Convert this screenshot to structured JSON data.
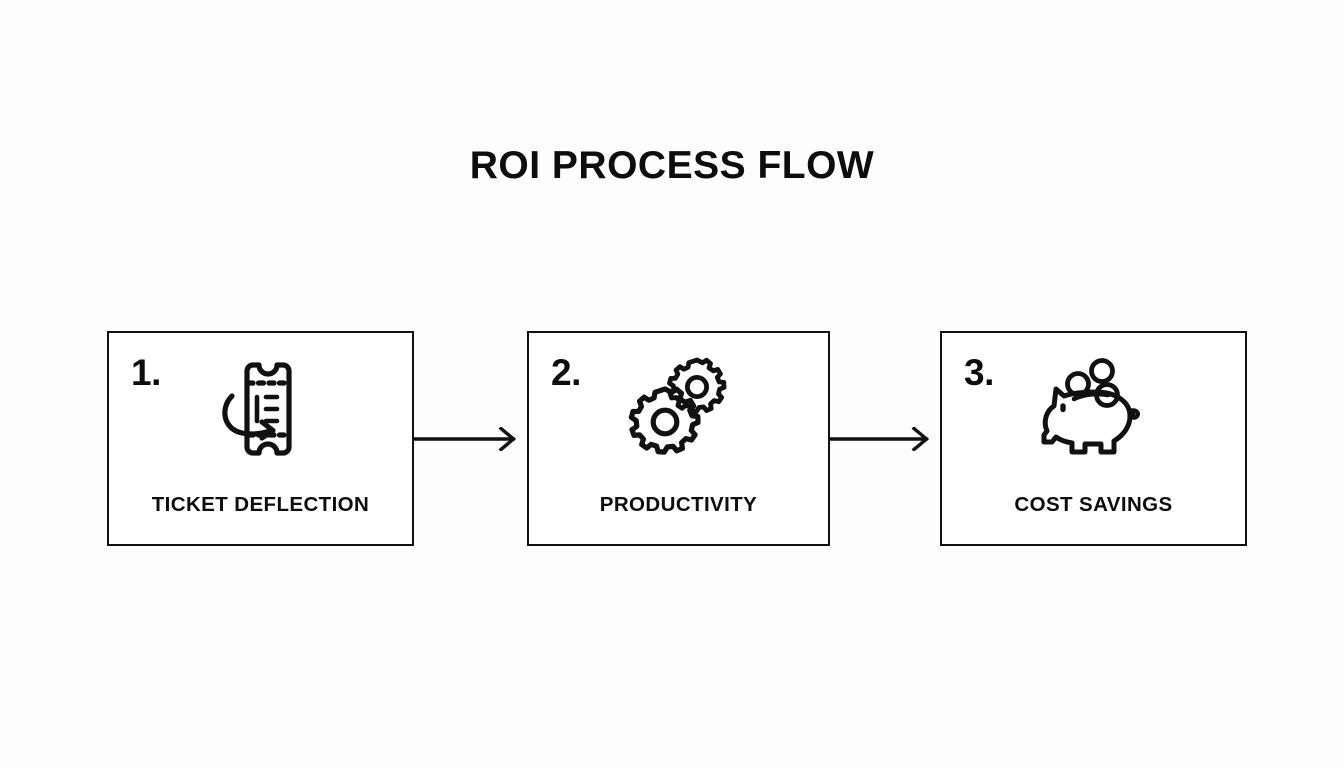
{
  "page": {
    "title": "ROI PROCESS FLOW",
    "background_color": "#fdfdfd",
    "line_color": "#111111",
    "text_color": "#0d0d0d"
  },
  "steps": [
    {
      "number": "1.",
      "label": "TICKET DEFLECTION",
      "icon": "ticket-deflection-icon"
    },
    {
      "number": "2.",
      "label": "PRODUCTIVITY",
      "icon": "gears-icon"
    },
    {
      "number": "3.",
      "label": "COST SAVINGS",
      "icon": "piggy-bank-icon"
    }
  ],
  "connectors": [
    {
      "name": "arrow-step1-to-step2",
      "direction": "right"
    },
    {
      "name": "arrow-step2-to-step3",
      "direction": "right"
    }
  ]
}
